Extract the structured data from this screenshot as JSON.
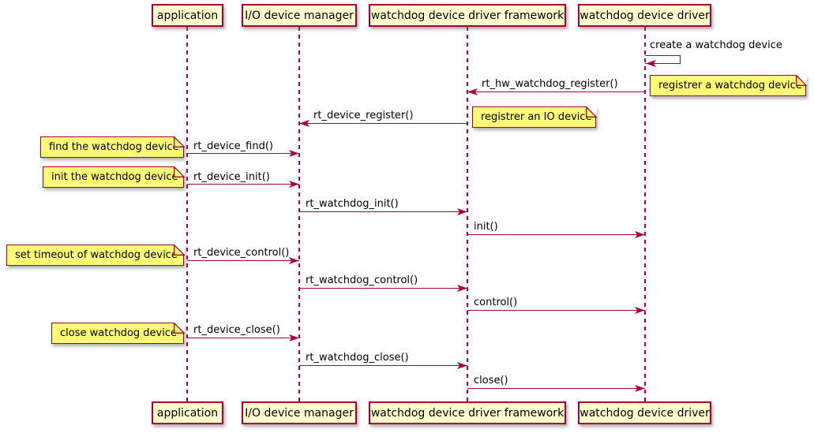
{
  "diagram_type": "uml-sequence-diagram",
  "colors": {
    "accent": "#A80036",
    "participant_fill": "#FEFECE",
    "note_fill": "#FBFB77",
    "background": "#FFFFFF",
    "text": "#000000"
  },
  "participants": [
    {
      "id": "application",
      "label": "application"
    },
    {
      "id": "io-device-manager",
      "label": "I/O device manager"
    },
    {
      "id": "watchdog-device-driver-framework",
      "label": "watchdog device driver framework"
    },
    {
      "id": "watchdog-device-driver",
      "label": "watchdog device driver"
    }
  ],
  "messages": [
    {
      "label": "create a watchdog device",
      "from": "watchdog-device-driver",
      "to": "watchdog-device-driver",
      "kind": "self"
    },
    {
      "label": "rt_hw_watchdog_register()",
      "from": "watchdog-device-driver",
      "to": "watchdog-device-driver-framework",
      "kind": "left"
    },
    {
      "label": "rt_device_register()",
      "from": "watchdog-device-driver-framework",
      "to": "io-device-manager",
      "kind": "left"
    },
    {
      "label": "rt_device_find()",
      "from": "application",
      "to": "io-device-manager",
      "kind": "right"
    },
    {
      "label": "rt_device_init()",
      "from": "application",
      "to": "io-device-manager",
      "kind": "right"
    },
    {
      "label": "rt_watchdog_init()",
      "from": "io-device-manager",
      "to": "watchdog-device-driver-framework",
      "kind": "right"
    },
    {
      "label": "init()",
      "from": "watchdog-device-driver-framework",
      "to": "watchdog-device-driver",
      "kind": "right"
    },
    {
      "label": "rt_device_control()",
      "from": "application",
      "to": "io-device-manager",
      "kind": "right"
    },
    {
      "label": "rt_watchdog_control()",
      "from": "io-device-manager",
      "to": "watchdog-device-driver-framework",
      "kind": "right"
    },
    {
      "label": "control()",
      "from": "watchdog-device-driver-framework",
      "to": "watchdog-device-driver",
      "kind": "right"
    },
    {
      "label": "rt_device_close()",
      "from": "application",
      "to": "io-device-manager",
      "kind": "right"
    },
    {
      "label": "rt_watchdog_close()",
      "from": "io-device-manager",
      "to": "watchdog-device-driver-framework",
      "kind": "right"
    },
    {
      "label": "close()",
      "from": "watchdog-device-driver-framework",
      "to": "watchdog-device-driver",
      "kind": "right"
    }
  ],
  "notes": [
    {
      "label": "registrer a watchdog device",
      "side": "right",
      "anchor": "watchdog-device-driver"
    },
    {
      "label": "registrer an IO device",
      "side": "right",
      "anchor": "watchdog-device-driver-framework"
    },
    {
      "label": "find the watchdog device",
      "side": "left",
      "anchor": "application"
    },
    {
      "label": "init the watchdog device",
      "side": "left",
      "anchor": "application"
    },
    {
      "label": "set timeout of watchdog device",
      "side": "left",
      "anchor": "application"
    },
    {
      "label": "close watchdog device",
      "side": "left",
      "anchor": "application"
    }
  ]
}
